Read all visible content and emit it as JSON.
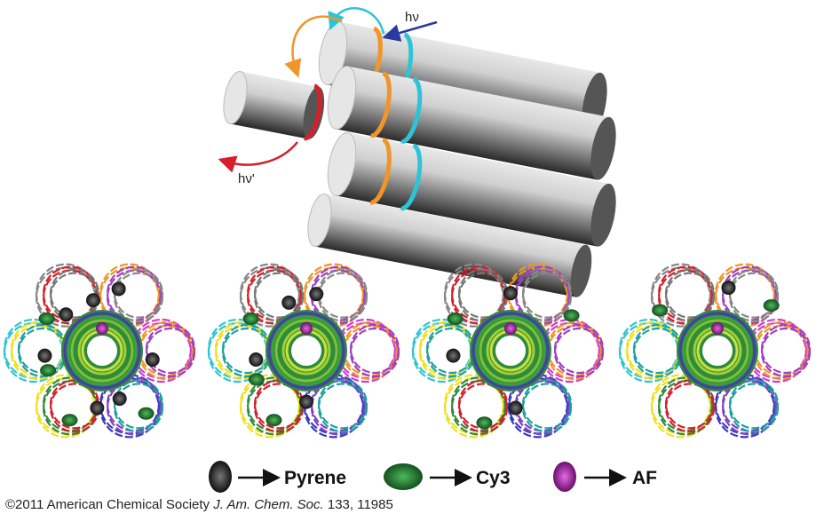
{
  "figure": {
    "top_labels": {
      "excitation": "hν",
      "emission": "hν'"
    },
    "legend": [
      {
        "marker": "black-sphere",
        "label": "Pyrene",
        "color": "#222222"
      },
      {
        "marker": "green-ellipsoid",
        "label": "Cy3",
        "color": "#2e8b3e"
      },
      {
        "marker": "purple-sphere",
        "label": "AF",
        "color": "#b02ab0"
      }
    ],
    "credit": {
      "prefix": "©2011 American Chemical Society ",
      "journal": "J. Am. Chem. Soc.",
      "suffix": " 133, 11985"
    },
    "colors": {
      "band_orange": "#f0952a",
      "band_cyan": "#2ec4d6",
      "band_red": "#d4202a",
      "arrow_blue": "#2b3aa0"
    }
  }
}
